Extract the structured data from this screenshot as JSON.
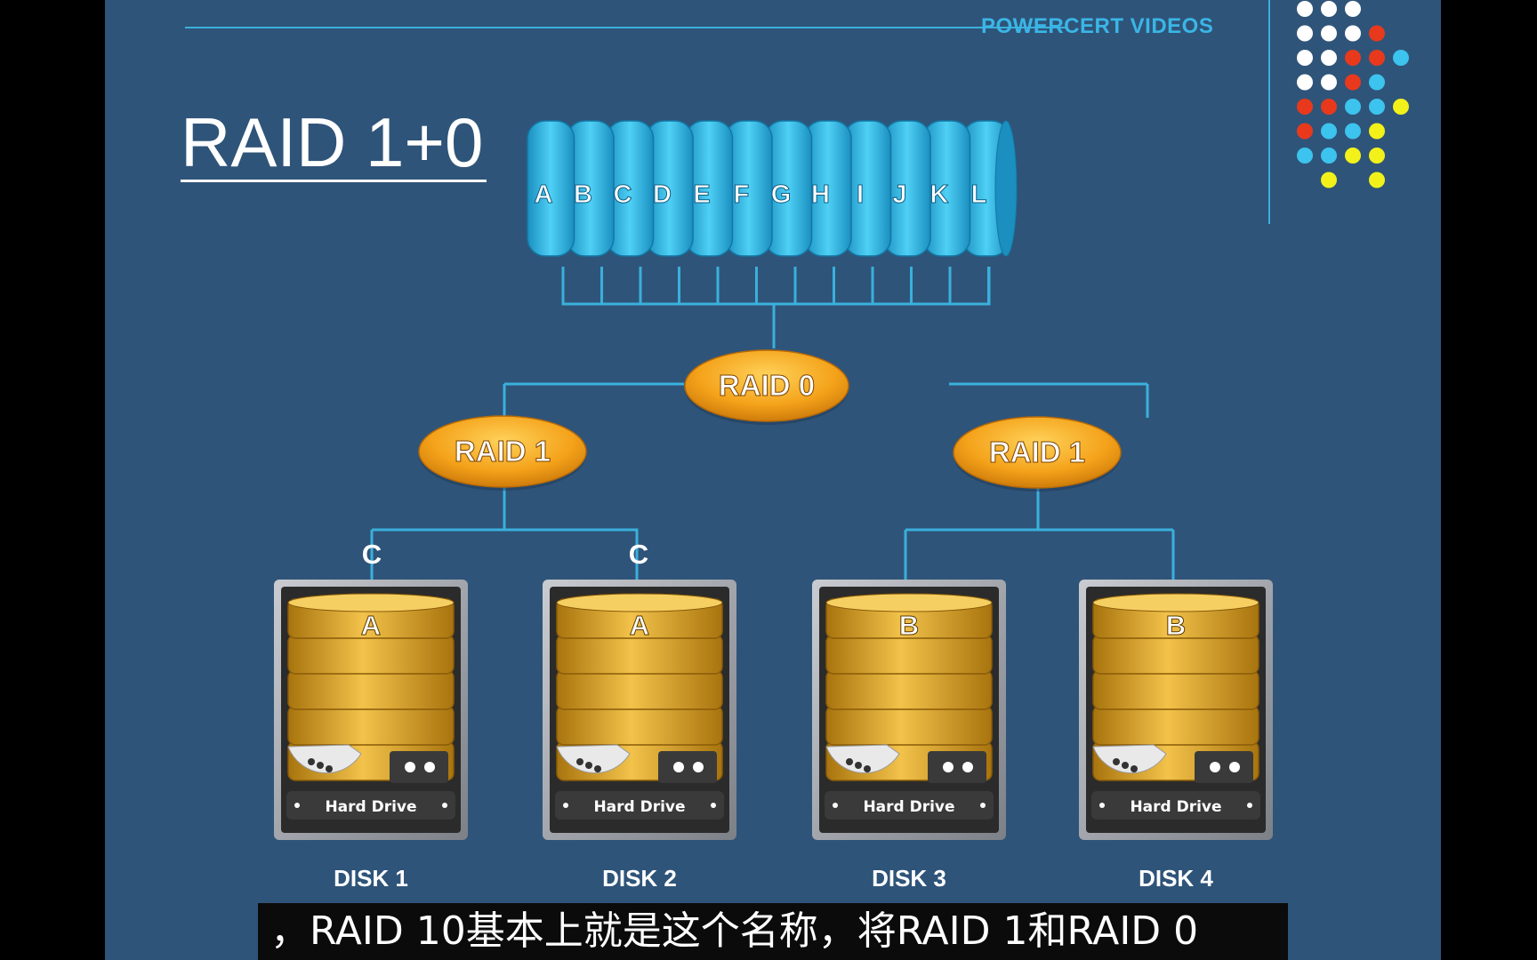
{
  "brand": "POWERCERT VIDEOS",
  "title": "RAID 1+0",
  "data_blocks": [
    "A",
    "B",
    "C",
    "D",
    "E",
    "F",
    "G",
    "H",
    "I",
    "J",
    "K",
    "L"
  ],
  "raid0_label": "RAID 0",
  "raid1_left_label": "RAID 1",
  "raid1_right_label": "RAID 1",
  "block_labels_over_disks": [
    "C",
    "C"
  ],
  "disks": [
    {
      "name": "DISK 1",
      "block": "A",
      "plate": "Hard Drive"
    },
    {
      "name": "DISK 2",
      "block": "A",
      "plate": "Hard Drive"
    },
    {
      "name": "DISK 3",
      "block": "B",
      "plate": "Hard Drive"
    },
    {
      "name": "DISK 4",
      "block": "B",
      "plate": "Hard Drive"
    }
  ],
  "subtitle": "，RAID 10基本上就是这个名称，将RAID 1和RAID 0",
  "colors": {
    "background": "#2f5479",
    "accent_line": "#3ab0dc",
    "cylinder": "#2ab7e3",
    "raid_oval": "#f3a21b",
    "disk_platter": "#d9a21e"
  }
}
